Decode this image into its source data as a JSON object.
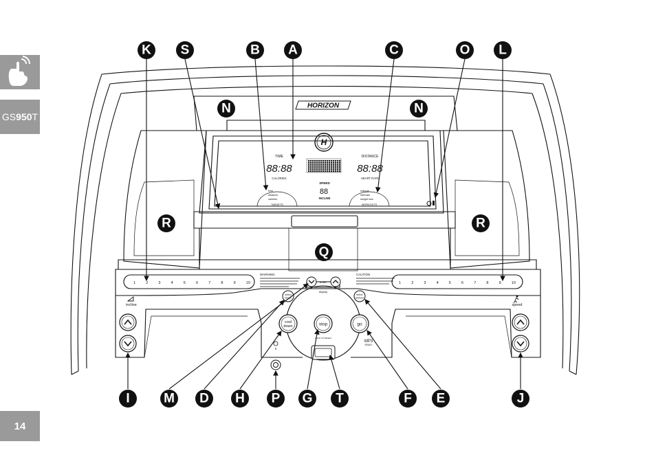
{
  "sidebar": {
    "model_prefix": "GS",
    "model_number": "950",
    "model_suffix": "T",
    "page_number": "14"
  },
  "brand": "HORIZON",
  "display": {
    "time_label": "TIME",
    "distance_label": "DISTANCE",
    "left_digits": "88:88",
    "right_digits": "88:88",
    "center_digits": "88",
    "calories_label": "CALORIES",
    "heart_rate_label": "HEART RATE",
    "speed_label": "SPEED",
    "incline_label": "INCLINE",
    "targets_items": [
      "time",
      "distance",
      "calories"
    ],
    "targets_label": "TARGETS",
    "workouts_items": [
      "manual",
      "intervals",
      "weight loss"
    ],
    "workouts_label": "WORKOUTS"
  },
  "console": {
    "incline_keys": [
      "1",
      "2",
      "3",
      "4",
      "5",
      "6",
      "7",
      "8",
      "9",
      "10"
    ],
    "speed_keys": [
      "1",
      "2",
      "3",
      "4",
      "5",
      "6",
      "7",
      "8",
      "9",
      "10"
    ],
    "incline_label": "incline",
    "speed_label": "speed",
    "warning_label": "WARNING",
    "caution_label": "CAUTION",
    "enter_label": "enter",
    "display_label": "display",
    "select_target_line1": "select",
    "select_target_line2": "target",
    "select_workout_line1": "select",
    "select_workout_line2": "workout",
    "cool_down_line1": "cool",
    "cool_down_line2": "down",
    "stop_label": "stop",
    "go_label": "go",
    "mp3_label": "MP3",
    "mp3_sub": "READY",
    "hold_reset_label": "HOLD TO RESET"
  },
  "callouts": {
    "top": [
      "K",
      "S",
      "B",
      "A",
      "C",
      "O",
      "L"
    ],
    "middle": [
      "N",
      "N",
      "R",
      "R",
      "Q"
    ],
    "bottom": [
      "I",
      "M",
      "D",
      "H",
      "P",
      "G",
      "T",
      "F",
      "E",
      "J"
    ]
  }
}
